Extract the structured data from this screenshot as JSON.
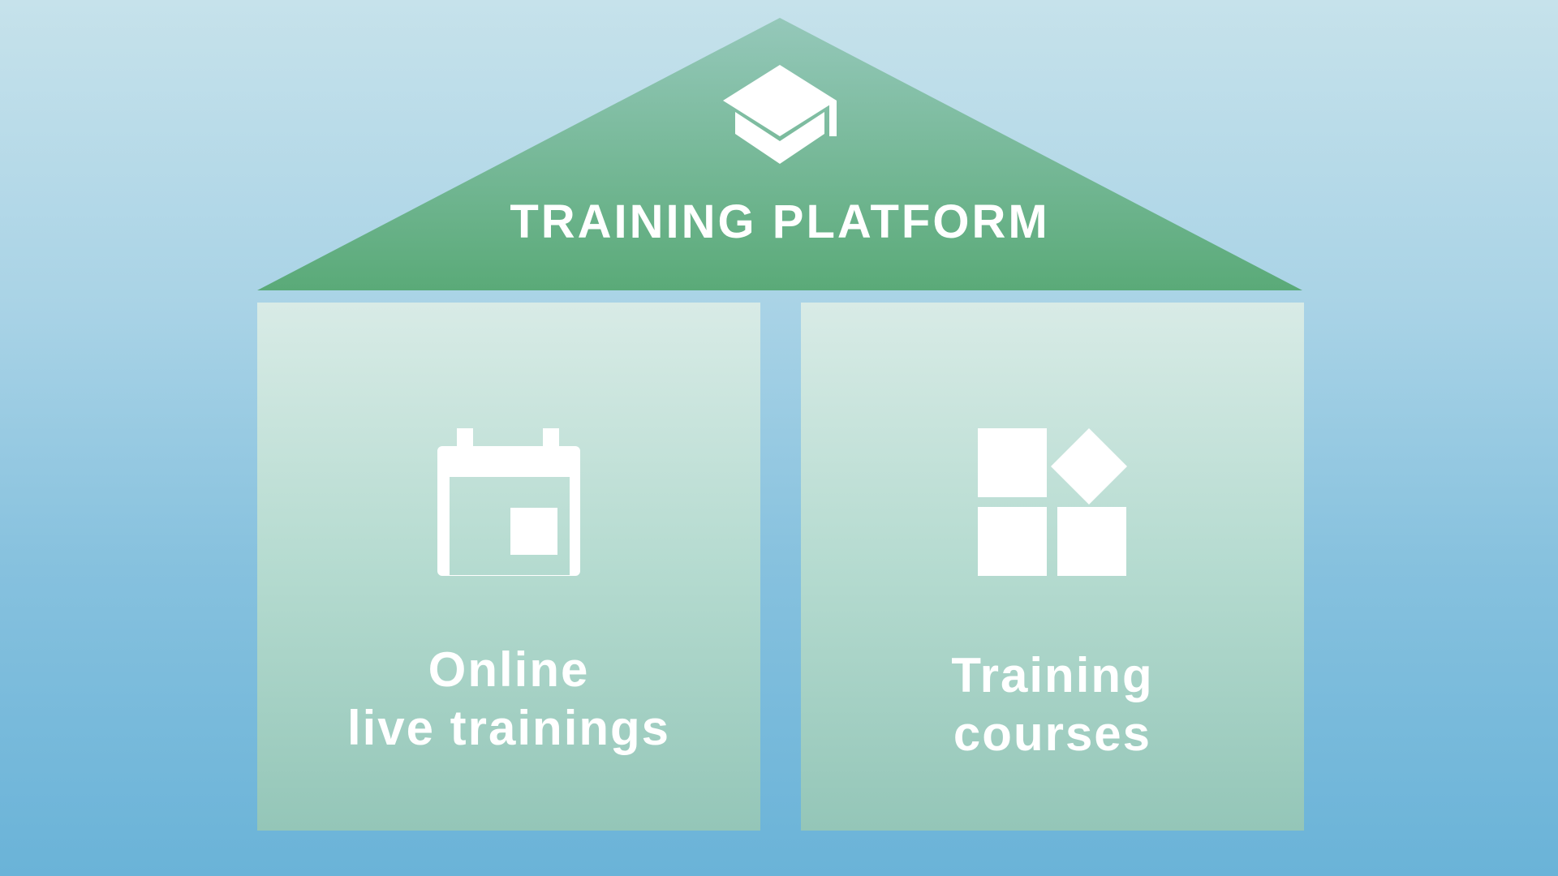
{
  "header": {
    "title": "TRAINING PLATFORM",
    "icon": "graduation-cap-icon"
  },
  "pillars": [
    {
      "line1": "Online",
      "line2": "live trainings",
      "icon": "calendar-icon"
    },
    {
      "line1": "Training",
      "line2": "courses",
      "icon": "blocks-icon"
    }
  ],
  "colors": {
    "roof_top": "#95c8ba",
    "roof_bottom": "#5aaa78",
    "background_top": "#c6e2eb",
    "background_bottom": "#6ab3d8"
  }
}
